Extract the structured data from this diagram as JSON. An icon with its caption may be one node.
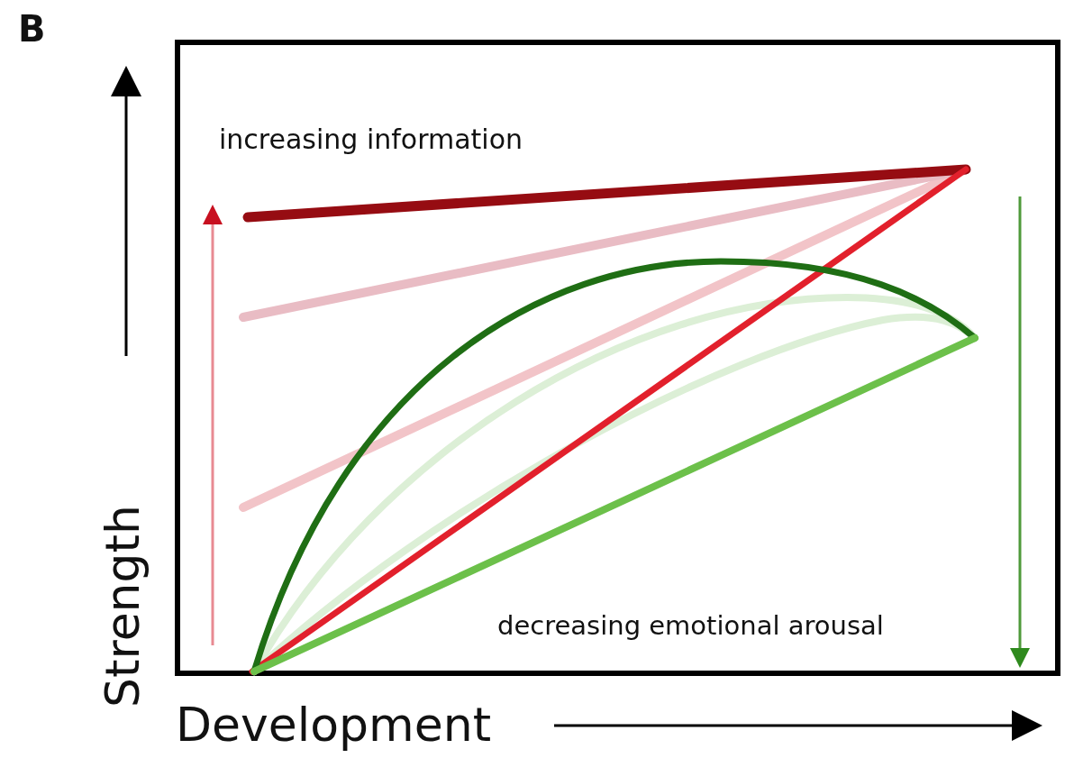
{
  "diagram": {
    "labels": [
      "B",
      "increasing information",
      "Strength",
      "decreasing emotional arousal",
      "Development"
    ]
  }
}
